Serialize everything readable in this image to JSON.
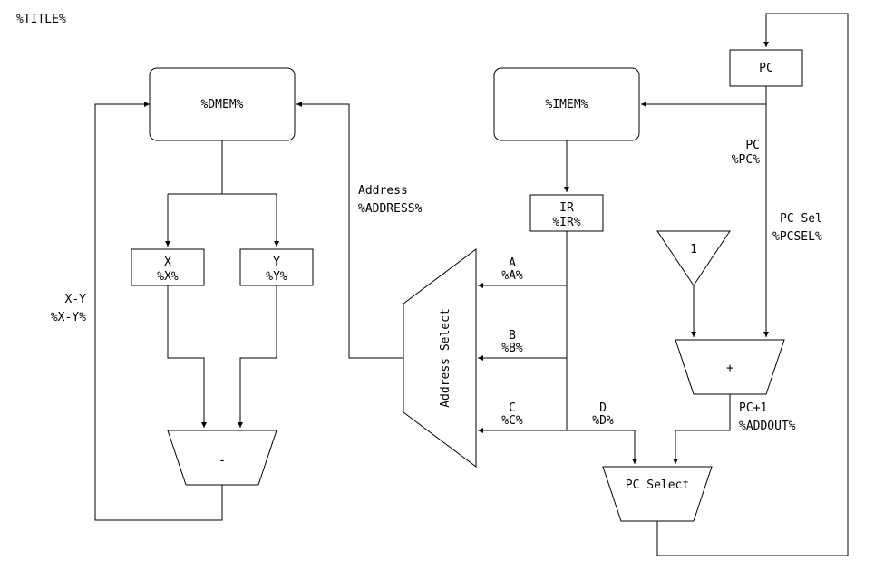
{
  "title": "%TITLE%",
  "dmem": {
    "label": "%DMEM%"
  },
  "imem": {
    "label": "%IMEM%"
  },
  "pc_register": {
    "label": "PC"
  },
  "ir_register": {
    "label": "IR",
    "value": "%IR%"
  },
  "x_register": {
    "label": "X",
    "value": "%X%"
  },
  "y_register": {
    "label": "Y",
    "value": "%Y%"
  },
  "subtract_unit": {
    "label": "-"
  },
  "adder_unit": {
    "label": "+"
  },
  "constant_one": {
    "label": "1"
  },
  "address_select": {
    "label": "Address Select"
  },
  "pc_select": {
    "label": "PC Select"
  },
  "signals": {
    "x_minus_y": {
      "label": "X-Y",
      "value": "%X-Y%"
    },
    "address": {
      "label": "Address",
      "value": "%ADDRESS%"
    },
    "a": {
      "label": "A",
      "value": "%A%"
    },
    "b": {
      "label": "B",
      "value": "%B%"
    },
    "c": {
      "label": "C",
      "value": "%C%"
    },
    "d": {
      "label": "D",
      "value": "%D%"
    },
    "pc": {
      "label": "PC",
      "value": "%PC%"
    },
    "pc_sel": {
      "label": "PC Sel",
      "value": "%PCSEL%"
    },
    "pc_plus_one": {
      "label": "PC+1",
      "value": "%ADDOUT%"
    }
  }
}
